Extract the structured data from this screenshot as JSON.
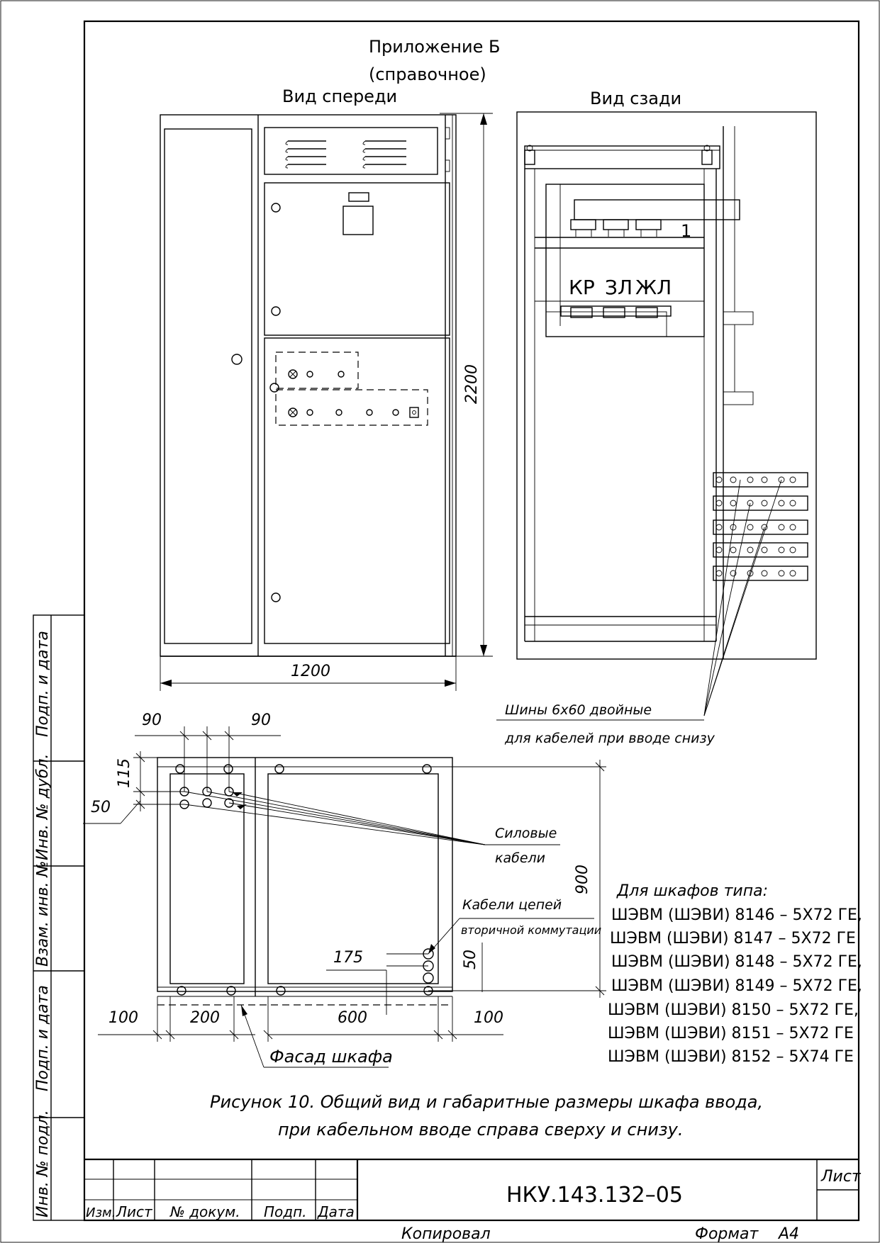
{
  "header": {
    "appendix": "Приложение Б",
    "appendix_note": "(справочное)",
    "front_view": "Вид спереди",
    "rear_view": "Вид сзади"
  },
  "dimensions": {
    "width_front": "1200",
    "height_front": "2200",
    "d90_left": "90",
    "d90_right": "90",
    "d115": "115",
    "d50_left": "50",
    "d175": "175",
    "d50_right": "50",
    "d900": "900",
    "d100_left": "100",
    "d200": "200",
    "d600": "600",
    "d100_right": "100"
  },
  "rear": {
    "label_1": "1",
    "phase_kr": "КР",
    "phase_zl": "ЗЛ",
    "phase_zhl": "ЖЛ"
  },
  "callouts": {
    "busbars_line1": "Шины 6х60 двойные",
    "busbars_line2": "для кабелей при вводе  снизу",
    "power_line1": "Силовые",
    "power_line2": "кабели",
    "secondary_line1": "Кабели цепей",
    "secondary_line2": "вторичной коммутации",
    "facade": "Фасад шкафа"
  },
  "types": {
    "heading": "Для шкафов типа:",
    "items": [
      "ШЭВМ (ШЭВИ) 8146 – 5Х72 ГЕ,",
      "ШЭВМ (ШЭВИ) 8147 – 5Х72 ГЕ",
      "ШЭВМ (ШЭВИ) 8148 – 5Х72 ГЕ,",
      "ШЭВМ (ШЭВИ) 8149 – 5Х72 ГЕ,",
      "ШЭВМ (ШЭВИ) 8150 – 5Х72 ГЕ,",
      "ШЭВМ (ШЭВИ) 8151 – 5Х72 ГЕ",
      "ШЭВМ (ШЭВИ) 8152 – 5Х74 ГЕ"
    ]
  },
  "caption": {
    "line1": "Рисунок 10.     Общий вид и габаритные размеры шкафа ввода,",
    "line2": "при кабельном вводе справа сверху и снизу."
  },
  "side_stamps": {
    "s1": "Подп. и дата",
    "s2": "Инв. № дубл.",
    "s3": "Взам. инв. №",
    "s4": "Подп. и дата",
    "s5": "Инв. № подл."
  },
  "title_block": {
    "col_izm": "Изм.",
    "col_list": "Лист",
    "col_doc": "№ докум.",
    "col_podp": "Подп.",
    "col_data": "Дата",
    "doc_number": "НКУ.143.132–05",
    "sheet_label": "Лист"
  },
  "footer": {
    "copied": "Копировал",
    "format_label": "Формат",
    "format_value": "А4"
  }
}
